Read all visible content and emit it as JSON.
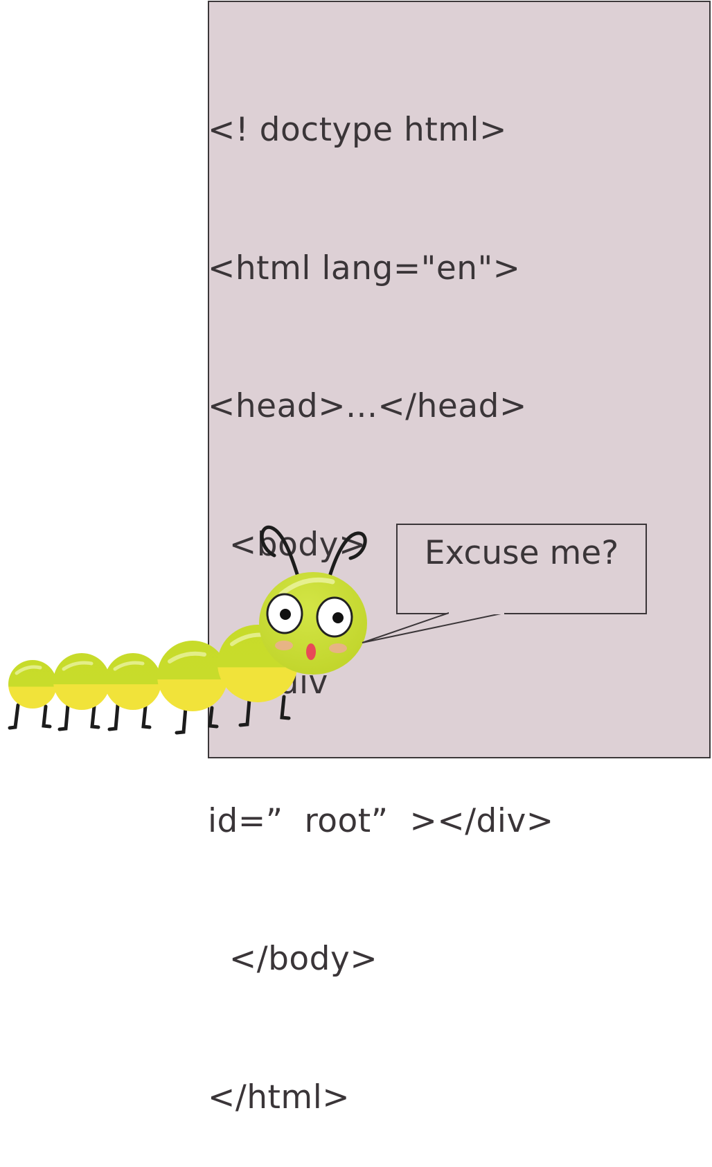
{
  "code_panel": {
    "lines": [
      "<! doctype html>",
      "<html lang=\"en\">",
      "<head>...</head>",
      "  <body>",
      "    <div",
      "id=”  root”  ></div>",
      "  </body>",
      "</html>"
    ]
  },
  "speech_bubble": {
    "text": "Excuse me?"
  },
  "colors": {
    "panel_background": "#ddd0d5",
    "text": "#3a3538",
    "caterpillar_green": "#c9dd2d",
    "caterpillar_yellow": "#f4e63a",
    "cheek_pink": "#f2a7a0",
    "mouth_red": "#e84a57"
  }
}
